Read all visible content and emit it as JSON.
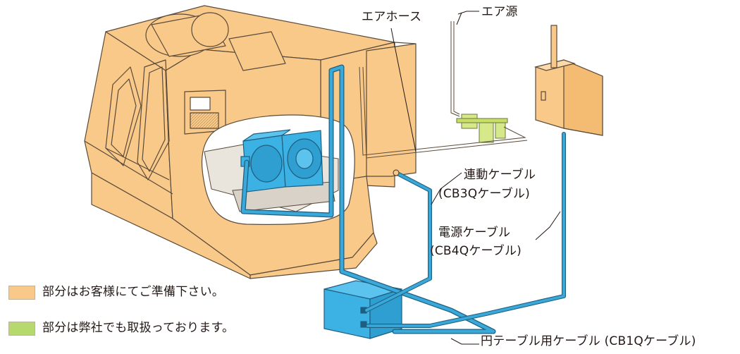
{
  "labels": {
    "air_hose": "エアホース",
    "air_source": "エア源",
    "interlock_cable": "連動ケーブル",
    "interlock_cable_code": "(CB3Qケーブル)",
    "power_cable": "電源ケーブル",
    "power_cable_code": "(CB4Qケーブル)",
    "table_cable": "円テーブル用ケーブル (CB1Qケーブル)"
  },
  "legend": [
    {
      "text": "部分はお客様にてご準備下さい。",
      "color": "#f9c98a"
    },
    {
      "text": "部分は弊社でも取扱っております。",
      "color": "#b5d96c"
    }
  ],
  "colors": {
    "machine_body": "#f9c98a",
    "machine_outline": "#5a4a3a",
    "cable": "#3aa8d9",
    "cable_outline": "#1d5f80",
    "rotary_table": "#3cb1e3",
    "control_box": "#f9c98a",
    "air_unit": "#d6e98a",
    "controller_box": "#3cb1e3"
  }
}
